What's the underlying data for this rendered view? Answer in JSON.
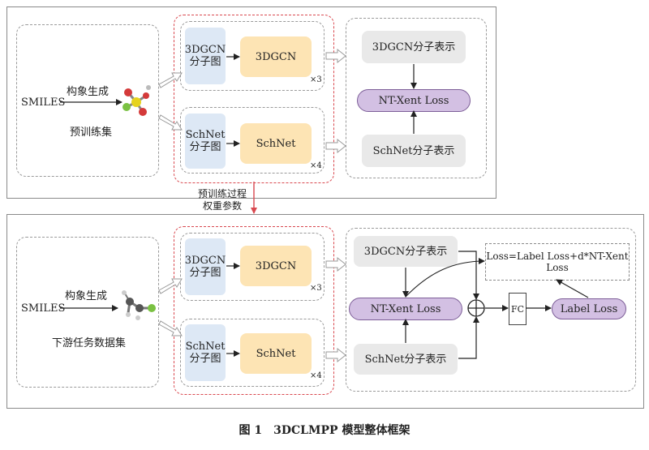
{
  "pretrain": {
    "input_label": "SMILES",
    "conformer_label": "构象生成",
    "dataset_label": "预训练集",
    "branch_3d": {
      "graph_label": "3DGCN\n分子图",
      "model_label": "3DGCN",
      "repeat": "×3"
    },
    "branch_sch": {
      "graph_label": "SchNet\n分子图",
      "model_label": "SchNet",
      "repeat": "×4"
    },
    "repr_3d": "3DGCN分子表示",
    "repr_sch": "SchNet分子表示",
    "loss": "NT-Xent Loss"
  },
  "transfer": {
    "line1": "预训练过程",
    "line2": "权重参数"
  },
  "finetune": {
    "input_label": "SMILES",
    "conformer_label": "构象生成",
    "dataset_label": "下游任务数据集",
    "branch_3d": {
      "graph_label": "3DGCN\n分子图",
      "model_label": "3DGCN",
      "repeat": "×3"
    },
    "branch_sch": {
      "graph_label": "SchNet\n分子图",
      "model_label": "SchNet",
      "repeat": "×4"
    },
    "repr_3d": "3DGCN分子表示",
    "repr_sch": "SchNet分子表示",
    "ntxent": "NT-Xent Loss",
    "total_loss": "Loss=Label Loss+d*NT-Xent Loss",
    "fc": "FC",
    "label_loss": "Label Loss"
  },
  "caption": "图 1　3DCLMPP 模型整体框架",
  "colors": {
    "graph_box": "#dde8f5",
    "model_box": "#fde4b4",
    "repr_box": "#e9e9e9",
    "loss_box": "#d3c0e3",
    "dash_red": "#d9484f",
    "arrow_red": "#d9484f"
  }
}
